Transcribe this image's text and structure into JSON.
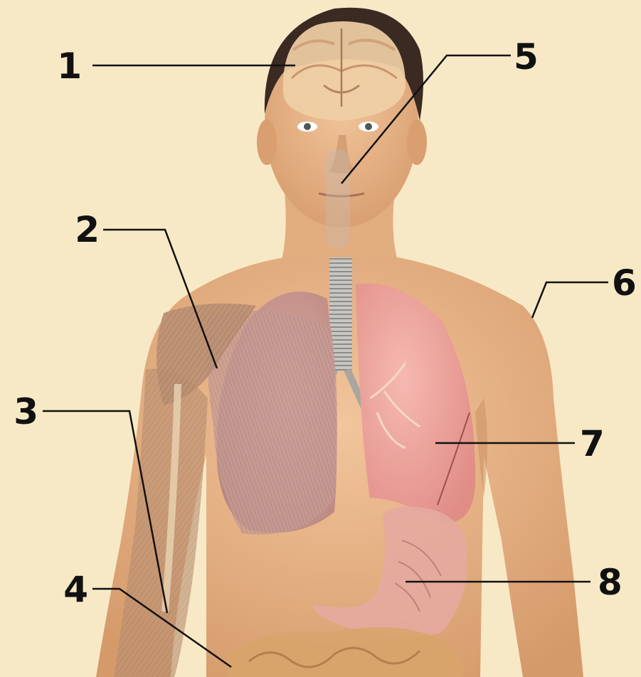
{
  "colors": {
    "background": "#f8e9c6",
    "skin": "#e9b88a",
    "skin_shadow": "#c98b5e",
    "hair": "#3a2a22",
    "brain": "#f0cfa6",
    "muscle": "#b98a6c",
    "lung_right": "#d9a7a0",
    "lung_left": "#f1a9a4",
    "stomach": "#e6aaa0",
    "intestine": "#d8a46c",
    "trachea": "#b9b7b2",
    "label_color": "#111111"
  },
  "callouts": [
    {
      "id": "1",
      "label": "1"
    },
    {
      "id": "2",
      "label": "2"
    },
    {
      "id": "3",
      "label": "3"
    },
    {
      "id": "4",
      "label": "4"
    },
    {
      "id": "5",
      "label": "5"
    },
    {
      "id": "6",
      "label": "6"
    },
    {
      "id": "7",
      "label": "7"
    },
    {
      "id": "8",
      "label": "8"
    }
  ]
}
